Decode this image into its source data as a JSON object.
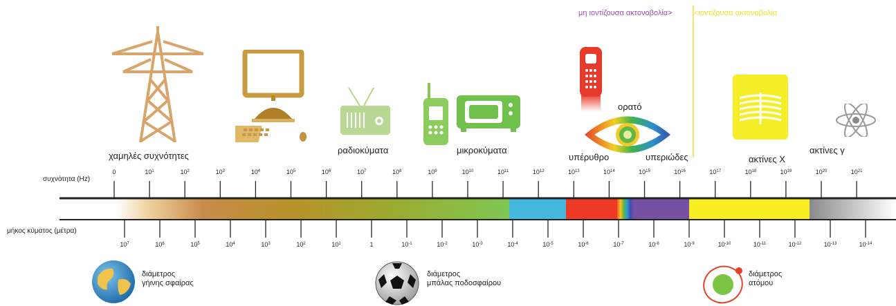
{
  "header": {
    "non_ionizing": "μη ιοντίζουσα ακτονοβολία>",
    "ionizing": "<ιοντίζουσα ακτονοβολία",
    "non_ionizing_color": "#9b4fb0",
    "ionizing_color": "#f2e81e"
  },
  "rows": {
    "frequency_label": "συχνότητα (Hz)",
    "wavelength_label": "μήκος κύματος (μέτρα)"
  },
  "bands": {
    "low_freq": "χαμηλές συχνότητες",
    "radio": "ραδιοκύματα",
    "microwave": "μικροκύματα",
    "visible": "ορατό",
    "infrared": "υπέρυθρο",
    "ultraviolet": "υπεριώδες",
    "xray": "ακτίνες Χ",
    "gamma": "ακτίνες γ"
  },
  "frequency_ticks": [
    {
      "base": "0",
      "exp": ""
    },
    {
      "base": "10",
      "exp": "1"
    },
    {
      "base": "10",
      "exp": "2"
    },
    {
      "base": "10",
      "exp": "3"
    },
    {
      "base": "10",
      "exp": "4"
    },
    {
      "base": "10",
      "exp": "5"
    },
    {
      "base": "10",
      "exp": "6"
    },
    {
      "base": "10",
      "exp": "7"
    },
    {
      "base": "10",
      "exp": "8"
    },
    {
      "base": "10",
      "exp": "9"
    },
    {
      "base": "10",
      "exp": "10"
    },
    {
      "base": "10",
      "exp": "11"
    },
    {
      "base": "10",
      "exp": "12"
    },
    {
      "base": "10",
      "exp": "13"
    },
    {
      "base": "10",
      "exp": "14"
    },
    {
      "base": "10",
      "exp": "15"
    },
    {
      "base": "10",
      "exp": "16"
    },
    {
      "base": "10",
      "exp": "17"
    },
    {
      "base": "10",
      "exp": "18"
    },
    {
      "base": "10",
      "exp": "19"
    },
    {
      "base": "10",
      "exp": "20"
    },
    {
      "base": "10",
      "exp": "21"
    }
  ],
  "wavelength_ticks": [
    {
      "base": "10",
      "exp": "7"
    },
    {
      "base": "10",
      "exp": "6"
    },
    {
      "base": "10",
      "exp": "5"
    },
    {
      "base": "10",
      "exp": "4"
    },
    {
      "base": "10",
      "exp": "3"
    },
    {
      "base": "10",
      "exp": "2"
    },
    {
      "base": "10",
      "exp": "1"
    },
    {
      "base": "1",
      "exp": ""
    },
    {
      "base": "10",
      "exp": "-1"
    },
    {
      "base": "10",
      "exp": "-2"
    },
    {
      "base": "10",
      "exp": "-3"
    },
    {
      "base": "10",
      "exp": "-4"
    },
    {
      "base": "10",
      "exp": "-5"
    },
    {
      "base": "10",
      "exp": "-6"
    },
    {
      "base": "10",
      "exp": "-7"
    },
    {
      "base": "10",
      "exp": "-8"
    },
    {
      "base": "10",
      "exp": "-9"
    },
    {
      "base": "10",
      "exp": "-10"
    },
    {
      "base": "10",
      "exp": "-11"
    },
    {
      "base": "10",
      "exp": "-12"
    },
    {
      "base": "10",
      "exp": "-13"
    },
    {
      "base": "10",
      "exp": "-14"
    }
  ],
  "examples": {
    "earth": {
      "line1": "διάμετρος",
      "line2": "γήινης σφαίρας"
    },
    "ball": {
      "line1": "διάμετρος",
      "line2": "μπάλας ποδοσφαίρου"
    },
    "atom": {
      "line1": "διάμετρος",
      "line2": "ατόμου"
    }
  },
  "icons": [
    "power-pylon-icon",
    "computer-icon",
    "radio-icon",
    "mobile-phone-icon",
    "microwave-oven-icon",
    "tv-remote-icon",
    "eye-icon",
    "xray-film-icon",
    "atom-icon",
    "earth-globe-icon",
    "soccer-ball-icon",
    "atom-circle-icon"
  ]
}
